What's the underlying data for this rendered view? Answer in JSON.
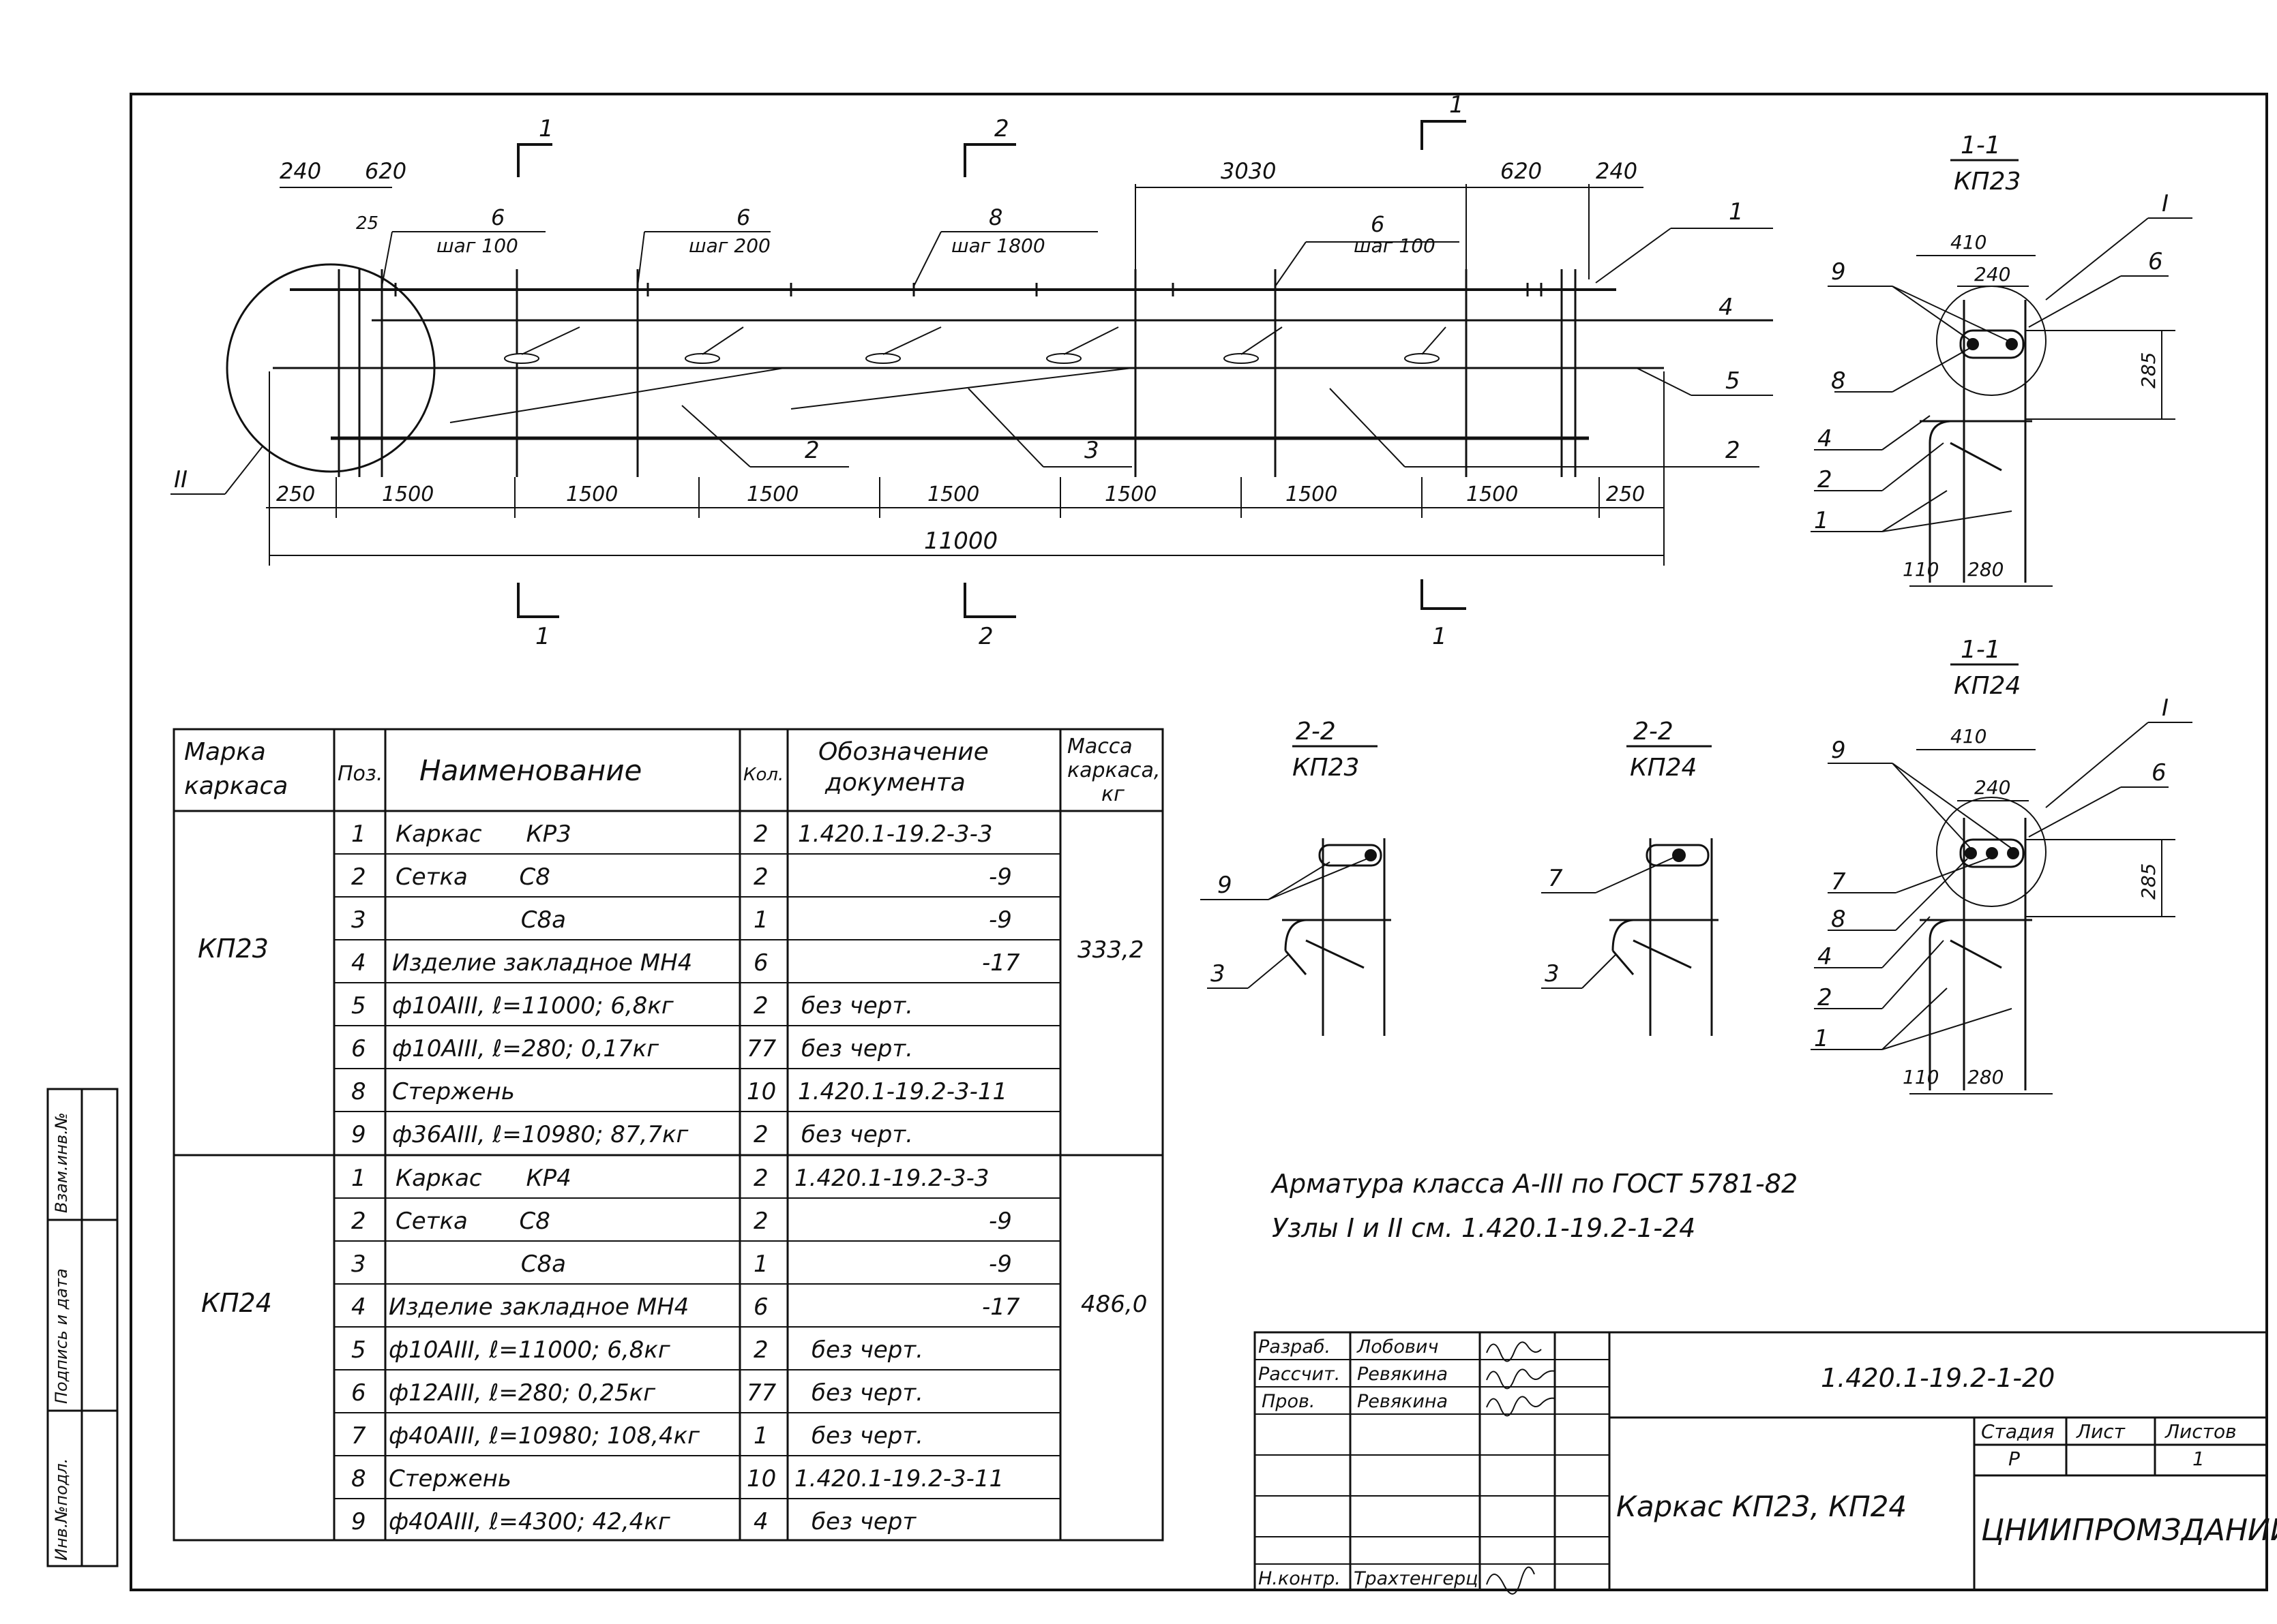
{
  "main_view": {
    "top_dims": [
      "240",
      "620",
      "3030",
      "620",
      "240"
    ],
    "small_dim": "25",
    "callouts": [
      {
        "pos": "6",
        "pitch": "шаг 100"
      },
      {
        "pos": "6",
        "pitch": "шаг 200"
      },
      {
        "pos": "8",
        "pitch": "шаг 1800"
      },
      {
        "pos": "6",
        "pitch": "шаг 100"
      }
    ],
    "right_marks": [
      "1",
      "4",
      "5",
      "2"
    ],
    "bottom_marks": [
      "2",
      "3"
    ],
    "node_mark": "II",
    "bottom_dims": [
      "250",
      "1500",
      "1500",
      "1500",
      "1500",
      "1500",
      "1500",
      "1500",
      "250"
    ],
    "total": "11000",
    "section_cuts": {
      "top": [
        "1",
        "2",
        "1"
      ],
      "bottom": [
        "1",
        "2",
        "1"
      ]
    }
  },
  "sections": {
    "s11_kp23": {
      "title": "1-1",
      "sub": "КП23",
      "w1": "410",
      "w2": "240",
      "h": "285",
      "b1": "110",
      "b2": "280",
      "node": "I",
      "left_marks": [
        "9",
        "8",
        "4",
        "2",
        "1"
      ],
      "right_mark": "6"
    },
    "s11_kp24": {
      "title": "1-1",
      "sub": "КП24",
      "w1": "410",
      "w2": "240",
      "h": "285",
      "b1": "110",
      "b2": "280",
      "node": "I",
      "left_marks": [
        "9",
        "7",
        "8",
        "4",
        "2",
        "1"
      ],
      "right_mark": "6"
    },
    "s22_kp23": {
      "title": "2-2",
      "sub": "КП23",
      "marks": [
        "9",
        "3"
      ]
    },
    "s22_kp24": {
      "title": "2-2",
      "sub": "КП24",
      "marks": [
        "7",
        "3"
      ]
    }
  },
  "spec_table": {
    "headers": {
      "mark": [
        "Марка",
        "каркаса"
      ],
      "pos": "Поз.",
      "name": "Наименование",
      "qty": "Кол.",
      "doc": [
        "Обозначение",
        "документа"
      ],
      "mass": [
        "Масса",
        "каркаса,",
        "кг"
      ]
    },
    "groups": [
      {
        "mark": "КП23",
        "mass": "333,2",
        "rows": [
          {
            "pos": "1",
            "name": "Каркас      КР3",
            "qty": "2",
            "doc": "1.420.1-19.2-3-3"
          },
          {
            "pos": "2",
            "name": "Сетка       С8",
            "qty": "2",
            "doc": "-9"
          },
          {
            "pos": "3",
            "name": "                 С8а",
            "qty": "1",
            "doc": "-9"
          },
          {
            "pos": "4",
            "name": "Изделие закладное МН4",
            "qty": "6",
            "doc": "-17"
          },
          {
            "pos": "5",
            "name": "ф10АIII, ℓ=11000; 6,8кг",
            "qty": "2",
            "doc": "без черт."
          },
          {
            "pos": "6",
            "name": "ф10АIII, ℓ=280; 0,17кг",
            "qty": "77",
            "doc": "без черт."
          },
          {
            "pos": "8",
            "name": "Стержень",
            "qty": "10",
            "doc": "1.420.1-19.2-3-11"
          },
          {
            "pos": "9",
            "name": "ф36АIII, ℓ=10980; 87,7кг",
            "qty": "2",
            "doc": "без черт."
          }
        ]
      },
      {
        "mark": "КП24",
        "mass": "486,0",
        "rows": [
          {
            "pos": "1",
            "name": "Каркас      КР4",
            "qty": "2",
            "doc": "1.420.1-19.2-3-3"
          },
          {
            "pos": "2",
            "name": "Сетка       С8",
            "qty": "2",
            "doc": "-9"
          },
          {
            "pos": "3",
            "name": "                 С8а",
            "qty": "1",
            "doc": "-9"
          },
          {
            "pos": "4",
            "name": "Изделие закладное МН4",
            "qty": "6",
            "doc": "-17"
          },
          {
            "pos": "5",
            "name": "ф10АIII, ℓ=11000; 6,8кг",
            "qty": "2",
            "doc": "без черт."
          },
          {
            "pos": "6",
            "name": "ф12АIII, ℓ=280; 0,25кг",
            "qty": "77",
            "doc": "без черт."
          },
          {
            "pos": "7",
            "name": "ф40АIII, ℓ=10980; 108,4кг",
            "qty": "1",
            "doc": "без черт."
          },
          {
            "pos": "8",
            "name": "Стержень",
            "qty": "10",
            "doc": "1.420.1-19.2-3-11"
          },
          {
            "pos": "9",
            "name": "ф40АIII, ℓ=4300; 42,4кг",
            "qty": "4",
            "doc": "без черт"
          }
        ]
      }
    ]
  },
  "notes": {
    "line1": "Арматура  класса  А-III  по  ГОСТ 5781-82",
    "line2": "Узлы I и II  см. 1.420.1-19.2-1-24"
  },
  "title_block": {
    "roles": [
      "Разраб.",
      "Рассчит.",
      "Пров.",
      "",
      "",
      "",
      "Н.контр."
    ],
    "names": [
      "Лобович",
      "Ревякина",
      "Ревякина",
      "",
      "",
      "",
      "Трахтенгерц"
    ],
    "code": "1.420.1-19.2-1-20",
    "title": "Каркас КП23, КП24",
    "stage_label": "Стадия",
    "sheet_label": "Лист",
    "sheets_label": "Листов",
    "stage": "Р",
    "sheet": "",
    "sheets": "1",
    "org": "ЦНИИПРОМЗДАНИЙ"
  },
  "side_stamp": {
    "labels": [
      "Инв.№подл.",
      "Подпись и дата",
      "Взам.инв.№"
    ]
  }
}
